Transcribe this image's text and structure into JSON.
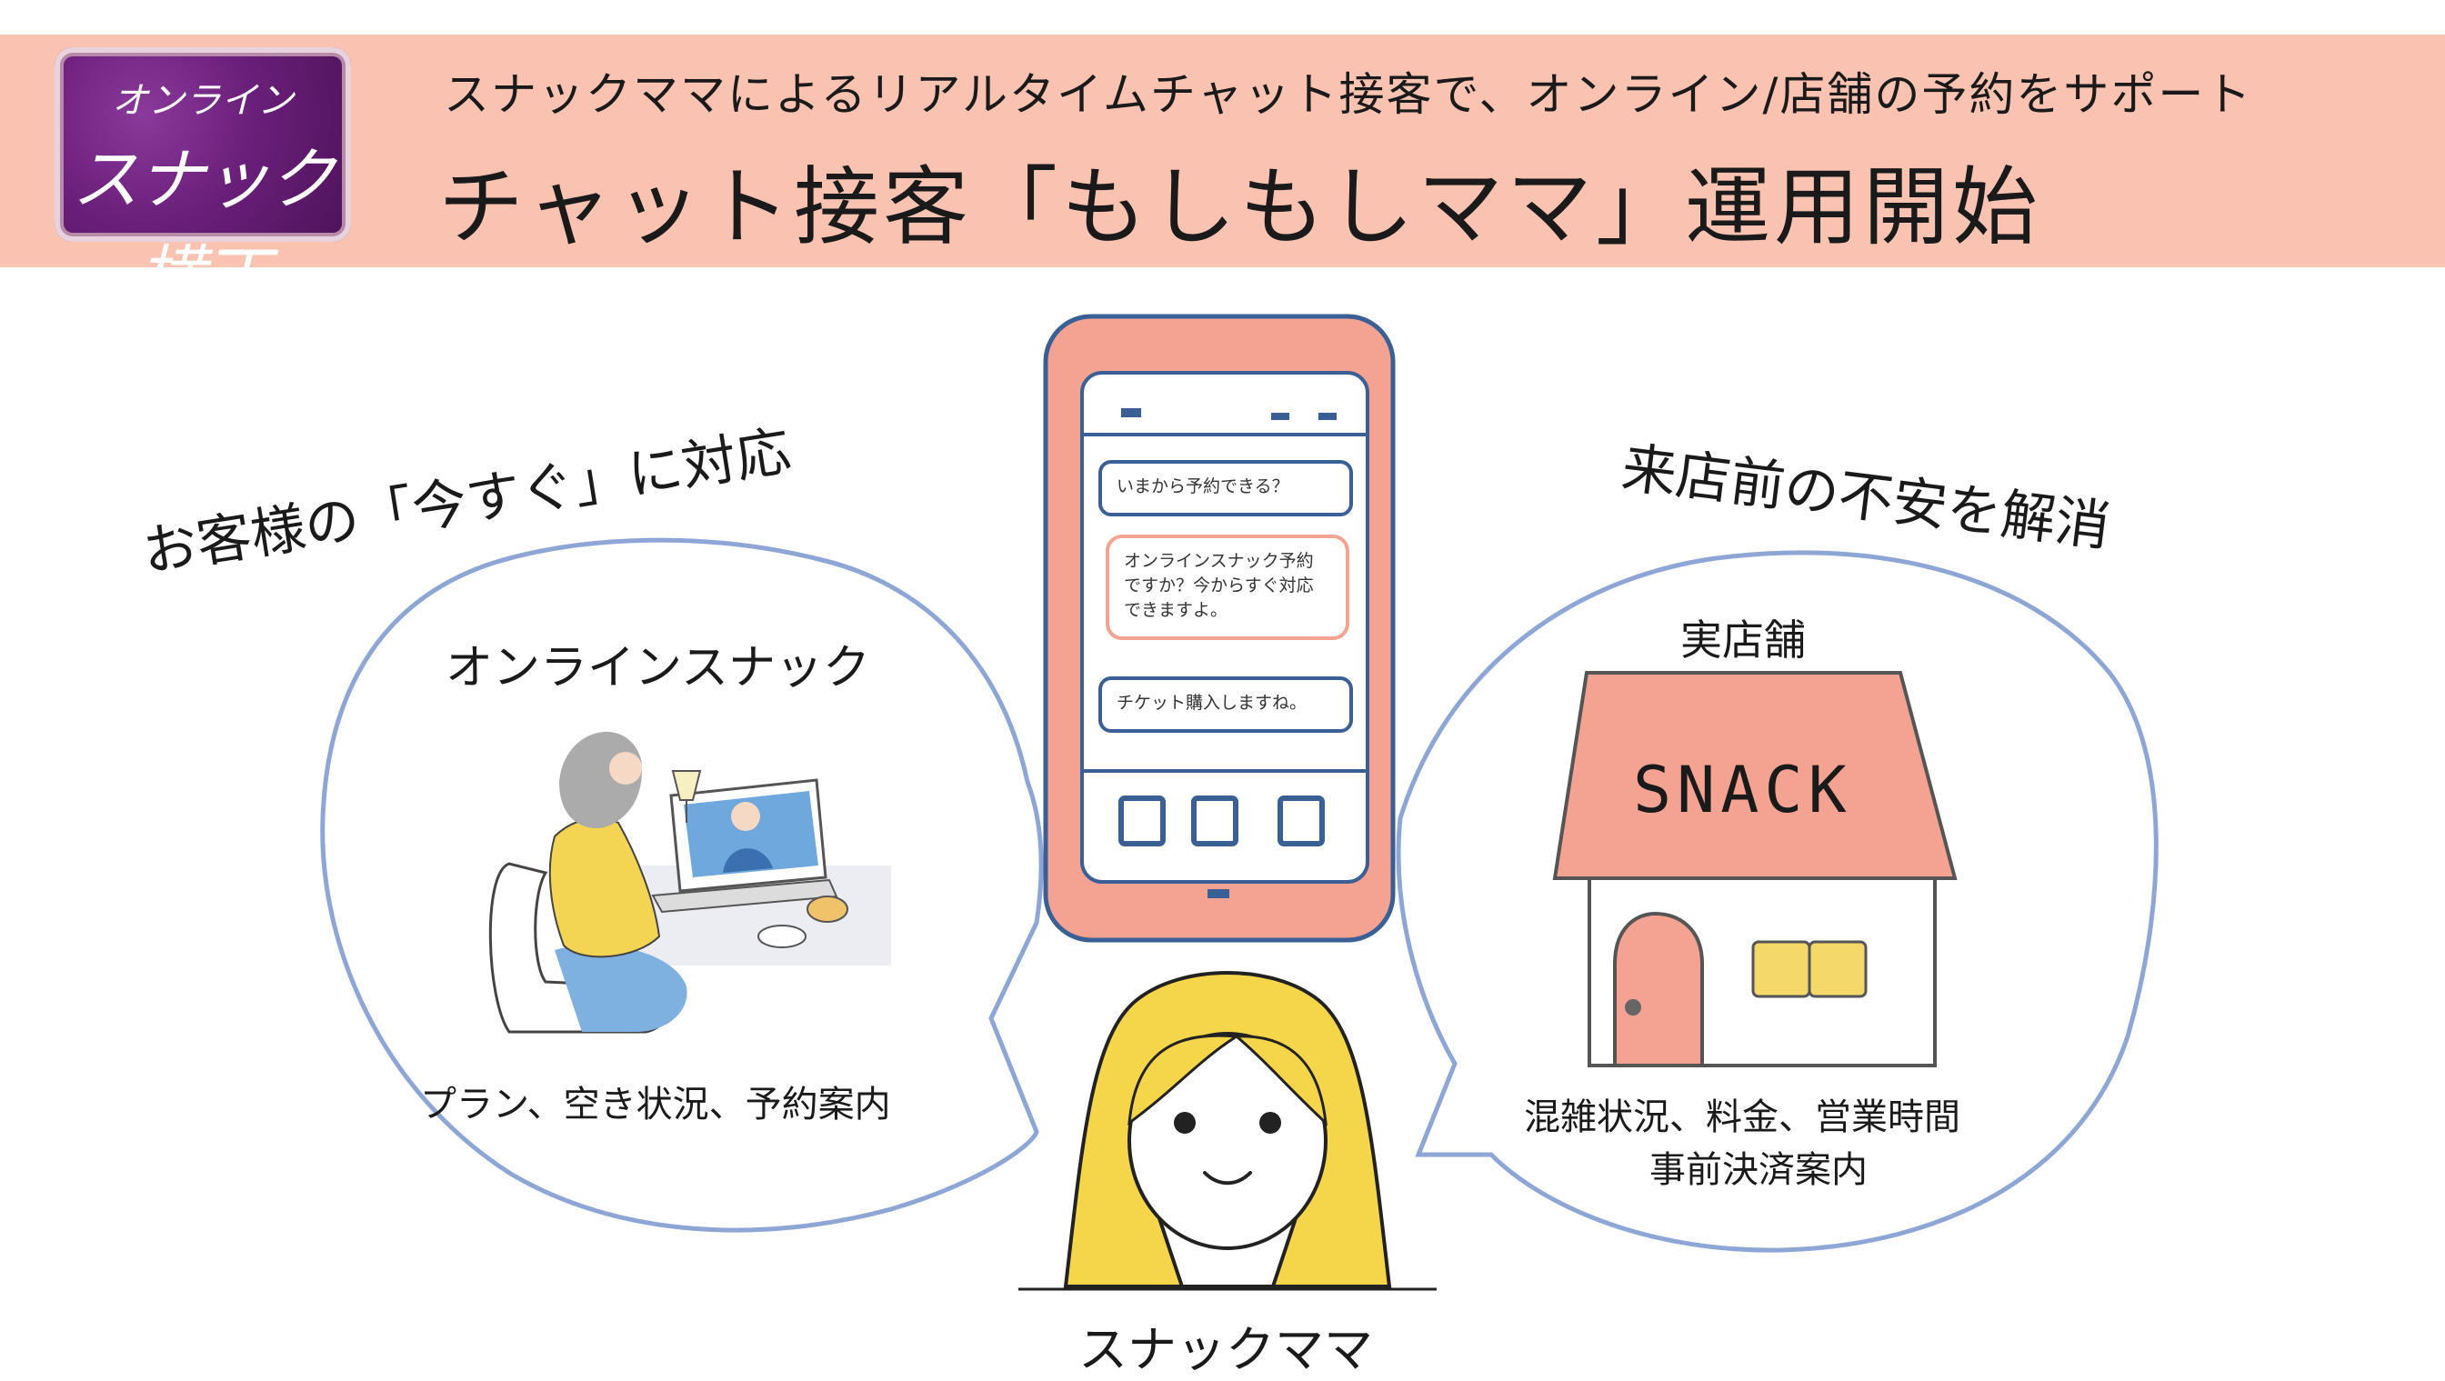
{
  "logo": {
    "line1": "オンライン",
    "line2": "スナック横丁"
  },
  "header": {
    "subtitle": "スナックママによるリアルタイムチャット接客で、オンライン/店舗の予約をサポート",
    "title": "チャット接客「もしもしママ」運用開始"
  },
  "left": {
    "heading": "お客様の「今すぐ」に対応",
    "bubble_title": "オンラインスナック",
    "bubble_caption": "プラン、空き状況、予約案内"
  },
  "right": {
    "heading": "来店前の不安を解消",
    "bubble_title": "実店舗",
    "sign": "SNACK",
    "caption_line1": "混雑状況、料金、営業時間",
    "caption_line2": "事前決済案内"
  },
  "phone": {
    "messages": [
      {
        "text": "いまから予約できる？"
      },
      {
        "line1": "オンラインスナック予約",
        "line2": "ですか？今からすぐ対応",
        "line3": "できますよ。"
      },
      {
        "text": "チケット購入しますね。"
      }
    ]
  },
  "mama": {
    "label": "スナックママ"
  },
  "colors": {
    "header_bg": "#f9c2b1",
    "salmon": "#f4a292",
    "phone_outline": "#3a5f95",
    "bubble_outline": "#8ea6d6",
    "yellow": "#f5d64a",
    "logo_purple": "#6a1f7a"
  }
}
